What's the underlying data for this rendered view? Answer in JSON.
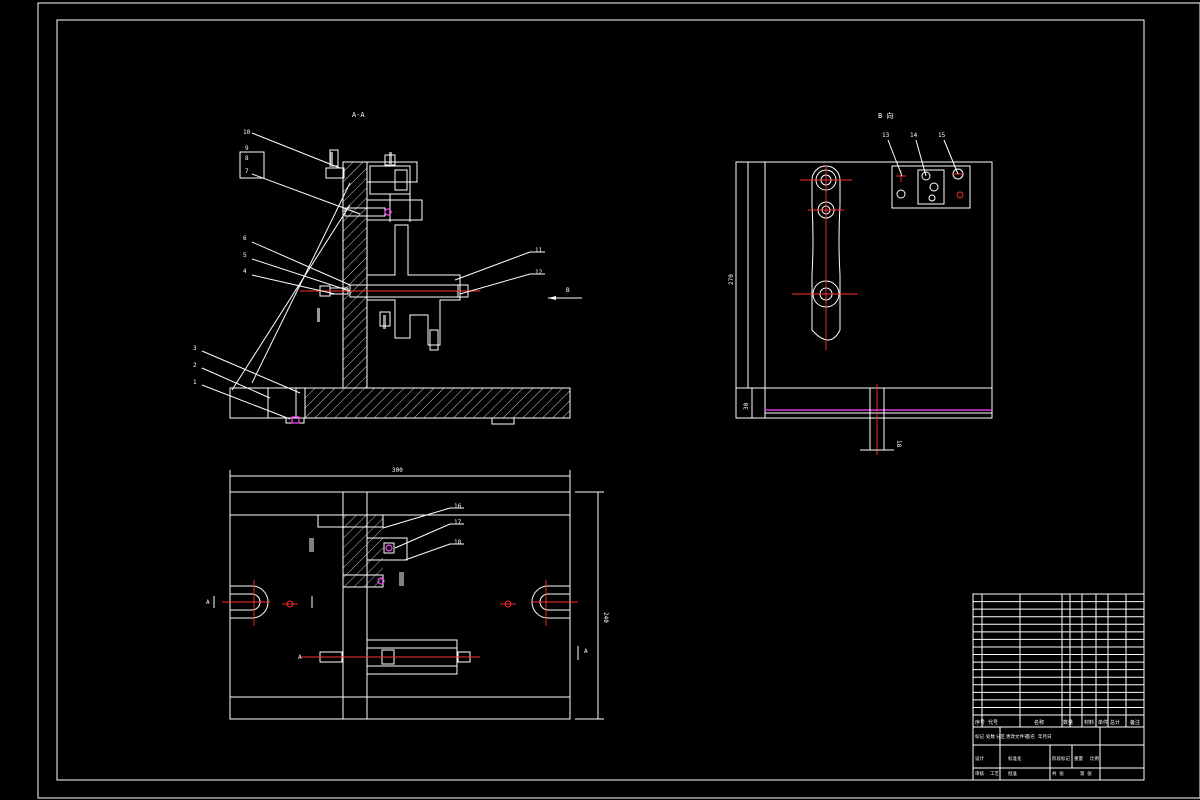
{
  "views": {
    "section_aa": {
      "title": "A-A"
    },
    "view_b": {
      "title": "B 向"
    },
    "top_view": {}
  },
  "dimensions": {
    "width_top": "300",
    "height_side": "240",
    "view_b_height": "270",
    "view_b_base": "30",
    "view_b_post": "18"
  },
  "markers": {
    "b_arrow": "B",
    "a_left": "A",
    "a_right": "A"
  },
  "balloons": {
    "left": [
      "1",
      "2",
      "3",
      "4",
      "5",
      "6",
      "7",
      "8",
      "9",
      "10"
    ],
    "right_section": [
      "11",
      "12"
    ],
    "top_view": [
      "16",
      "17",
      "18"
    ],
    "view_b": [
      "13",
      "14",
      "15"
    ]
  },
  "title_block": {
    "header": [
      "序号",
      "代号",
      "名称",
      "数量",
      "材料",
      "单件",
      "总计",
      "备注"
    ],
    "rows": 16,
    "bottom_labels": [
      "标记",
      "处数",
      "分区",
      "更改文件号",
      "签名",
      "年月日",
      "设计",
      "标准化",
      "阶段标记",
      "重量",
      "比例",
      "审核",
      "工艺",
      "批准",
      "共 张",
      "第 张"
    ]
  },
  "colors": {
    "line": "#ffffff",
    "center": "#ff3030",
    "highlight": "#ff44ff",
    "background": "#000000"
  }
}
